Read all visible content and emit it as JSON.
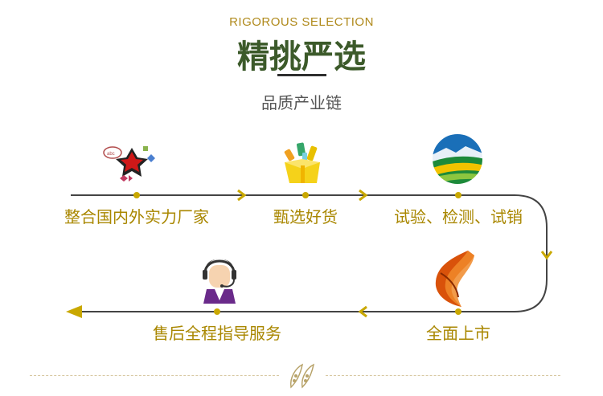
{
  "header": {
    "kicker": "RIGOROUS SELECTION",
    "title": "精挑严选",
    "subtitle": "品质产业链"
  },
  "steps": [
    {
      "label": "整合国内外实力厂家",
      "icon": "brand-logos-icon"
    },
    {
      "label": "甄选好货",
      "icon": "gift-box-icon"
    },
    {
      "label": "试验、检测、试销",
      "icon": "field-landscape-icon"
    },
    {
      "label": "全面上市",
      "icon": "ribbon-swirl-icon"
    },
    {
      "label": "售后全程指导服务",
      "icon": "customer-service-icon"
    }
  ],
  "footer": {
    "icon": "pea-pod-icon"
  },
  "colors": {
    "accent": "#a98700",
    "title_green": "#3c5a2a",
    "line": "#444444"
  }
}
